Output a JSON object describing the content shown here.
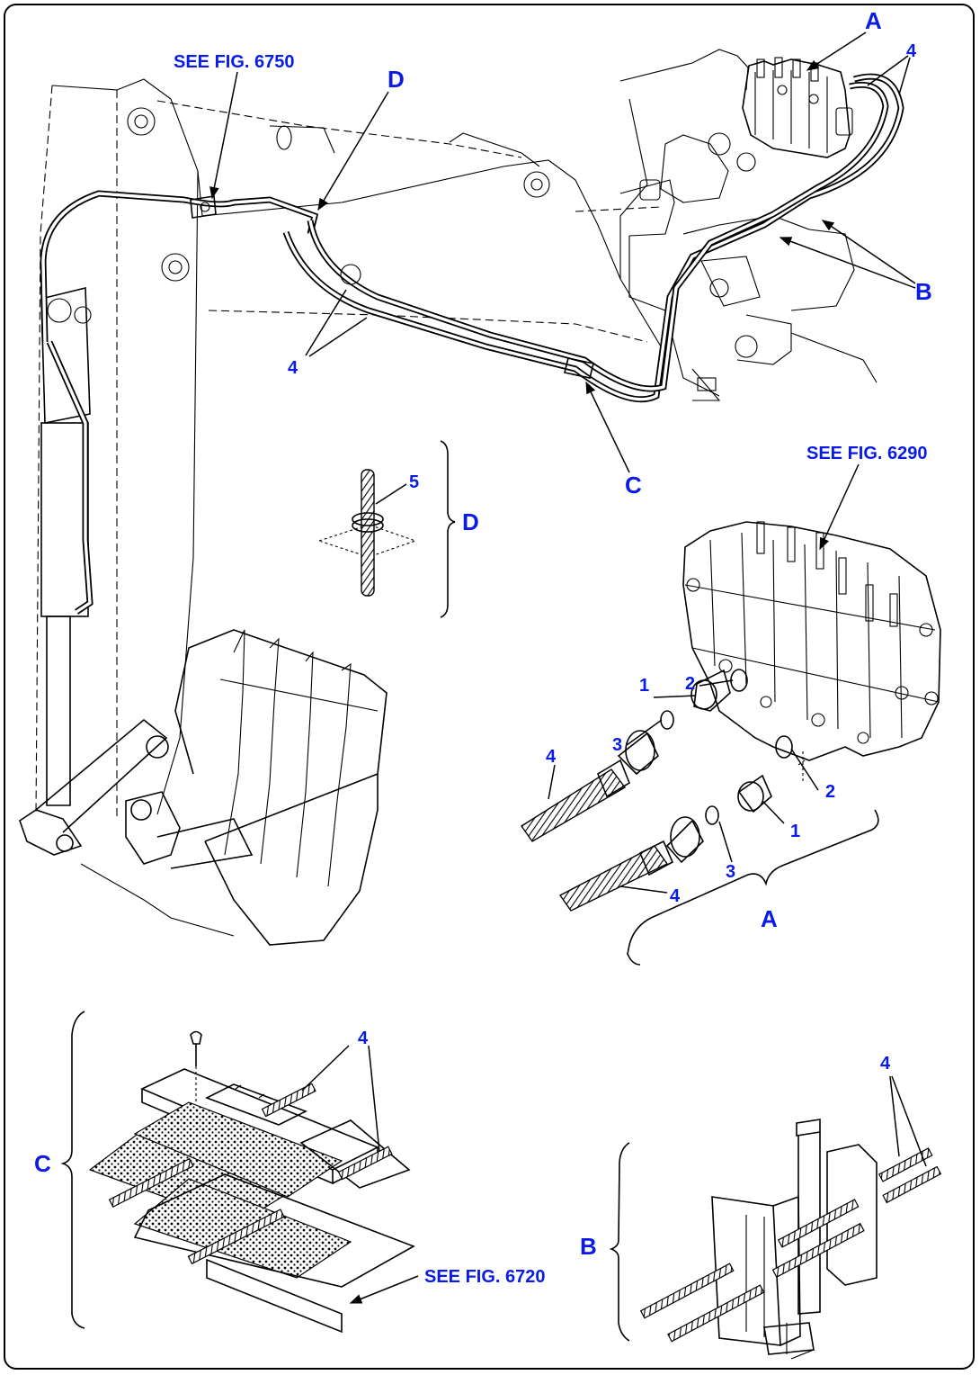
{
  "callouts": {
    "see_fig_6750": "SEE FIG. 6750",
    "see_fig_6290": "SEE FIG. 6290",
    "see_fig_6720": "SEE FIG. 6720",
    "letter_a": "A",
    "letter_b": "B",
    "letter_c": "C",
    "letter_d": "D",
    "part_1": "1",
    "part_2": "2",
    "part_3": "3",
    "part_4": "4",
    "part_5": "5"
  },
  "colors": {
    "label": "#0a1be6",
    "line": "#000000",
    "background": "#ffffff"
  }
}
